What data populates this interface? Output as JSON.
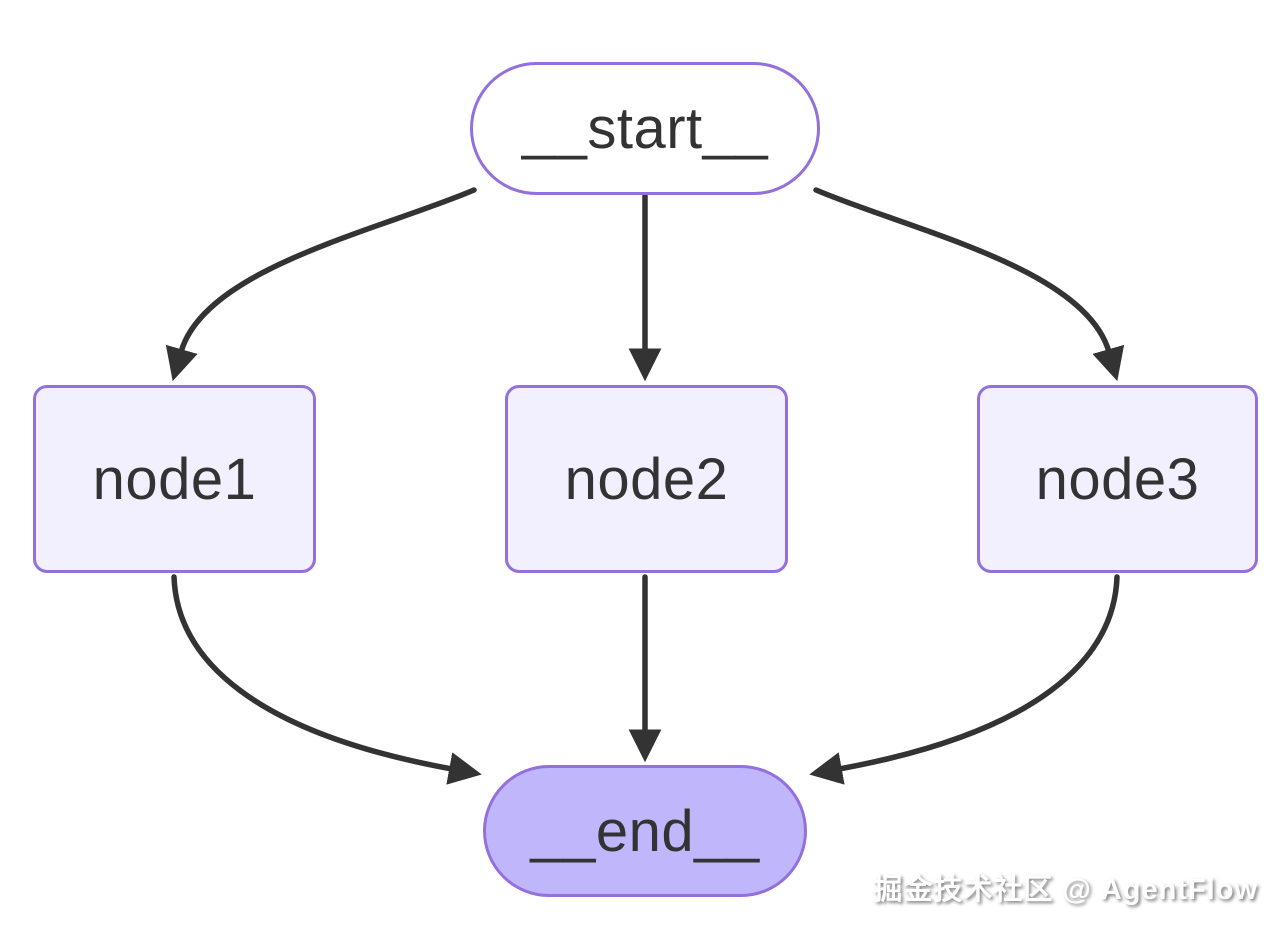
{
  "diagram": {
    "type": "flowchart",
    "direction": "top-down",
    "nodes": [
      {
        "id": "__start__",
        "label": "__start__",
        "shape": "stadium",
        "role": "start"
      },
      {
        "id": "node1",
        "label": "node1",
        "shape": "rounded-rectangle",
        "role": "task"
      },
      {
        "id": "node2",
        "label": "node2",
        "shape": "rounded-rectangle",
        "role": "task"
      },
      {
        "id": "node3",
        "label": "node3",
        "shape": "rounded-rectangle",
        "role": "task"
      },
      {
        "id": "__end__",
        "label": "__end__",
        "shape": "stadium",
        "role": "end"
      }
    ],
    "edges": [
      {
        "from": "__start__",
        "to": "node1"
      },
      {
        "from": "__start__",
        "to": "node2"
      },
      {
        "from": "__start__",
        "to": "node3"
      },
      {
        "from": "node1",
        "to": "__end__"
      },
      {
        "from": "node2",
        "to": "__end__"
      },
      {
        "from": "node3",
        "to": "__end__"
      }
    ],
    "colors": {
      "background": "#ffffff",
      "node_border": "#9370db",
      "task_fill": "#f2f0ff",
      "start_fill": "#ffffff",
      "end_fill": "#bfb6fc",
      "edge_stroke": "#333333",
      "label_text": "#333333"
    }
  },
  "watermark": {
    "text": "掘金技术社区 @ AgentFlow"
  }
}
